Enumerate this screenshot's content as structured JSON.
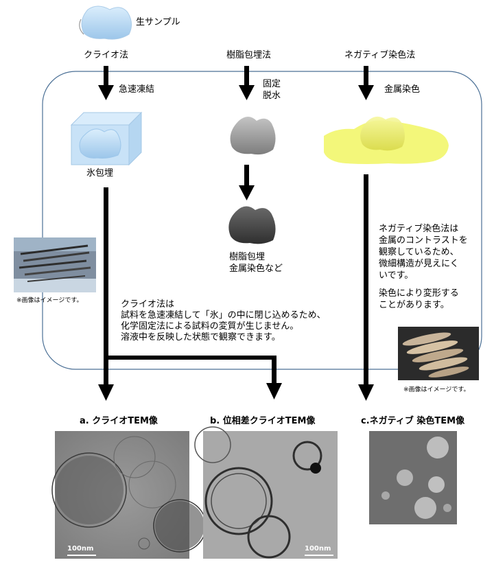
{
  "top": {
    "raw_sample": "生サンプル"
  },
  "methods": {
    "cryo": "クライオ法",
    "resin": "樹脂包埋法",
    "negative": "ネガティブ染色法"
  },
  "steps": {
    "rapid_freeze": "急速凍結",
    "fix_line1": "固定",
    "fix_line2": "脱水",
    "metal_stain": "金属染色",
    "ice_embed": "氷包埋",
    "resin_line1": "樹脂包埋",
    "resin_line2": "金属染色など"
  },
  "notes": {
    "cryo": [
      "クライオ法は",
      "試料を急速凍結して「氷」の中に閉じ込めるため、",
      "化学固定法による試料の変質が生じません。",
      "溶液中を反映した状態で観察できます。"
    ],
    "negative": [
      "ネガティブ染色法は",
      "金属のコントラストを",
      "観察しているため、",
      "微細構造が見えにく",
      "いです。",
      "染色により変形する",
      "ことがあります。"
    ],
    "image_disclaimer_left": "※画像はイメージです。",
    "image_disclaimer_right": "※画像はイメージです。"
  },
  "results": {
    "a_title": "a. クライオTEM像",
    "b_title": "b. 位相差クライオTEM像",
    "c_title": "c.ネガティブ 染色TEM像",
    "a_scale": "100nm",
    "b_scale": "100nm"
  },
  "colors": {
    "arrow": "#000000",
    "frame": "#4a6f95",
    "sample_blue": "#b9d8f2",
    "stain_yellow": "#f3f77a"
  }
}
